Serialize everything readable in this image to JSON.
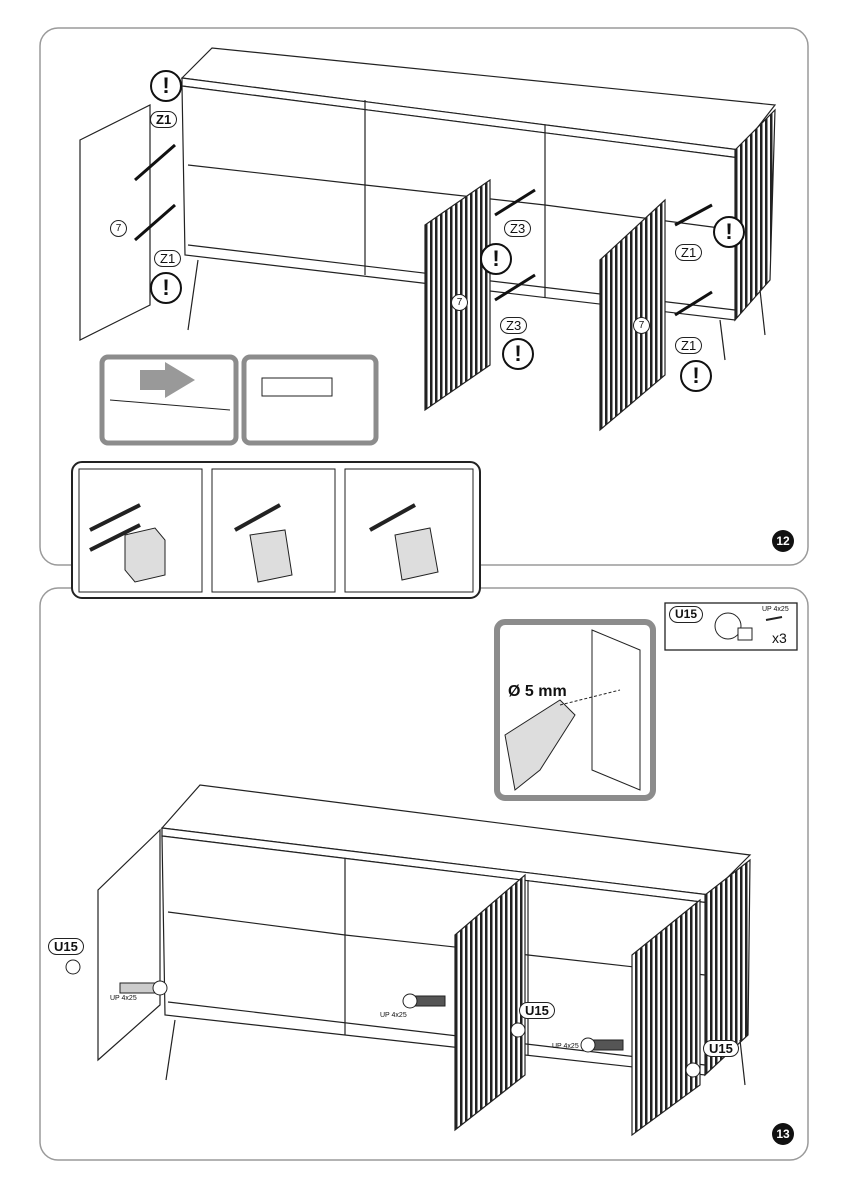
{
  "step12": {
    "number": "12",
    "labels": {
      "z1_a": "Z1",
      "z1_b": "Z1",
      "z1_c": "Z1",
      "z1_d": "Z1",
      "z3_a": "Z3",
      "z3_b": "Z3"
    },
    "part_number": "7",
    "warning_symbol": "!"
  },
  "step13": {
    "number": "13",
    "part_box": {
      "part": "U15",
      "screw": "UP 4x25",
      "quantity": "x3"
    },
    "drill_size": "Ø 5 mm",
    "knob_label": "U15",
    "screw_label": "UP 4x25"
  },
  "colors": {
    "stroke": "#222222",
    "panel_border": "#9a9a9a",
    "detail_border": "#8c8c8c"
  }
}
